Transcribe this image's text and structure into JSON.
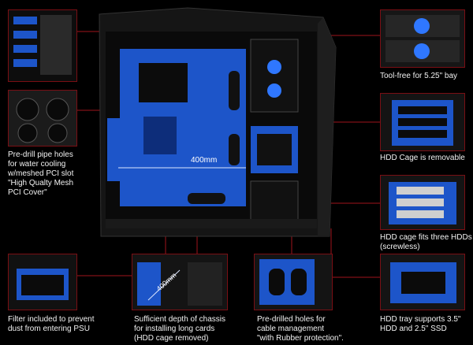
{
  "colors": {
    "accent_line": "#a0151c",
    "blue": "#1d5fd6",
    "case_black": "#141414"
  },
  "captions": {
    "pipe_holes": [
      "Pre-drill pipe holes",
      "for water cooling",
      "w/meshed PCI slot",
      "\"High Qualty Mesh",
      "PCI Cover\""
    ],
    "tool_free": [
      "Tool-free for 5.25\" bay"
    ],
    "hdd_removable": [
      "HDD Cage is removable"
    ],
    "hdd_three": [
      "HDD cage fits three HDDs",
      "(screwless)"
    ],
    "filter": [
      "Filter included to prevent",
      "dust from entering PSU"
    ],
    "depth": [
      "Sufficient depth of chassis",
      "for installing long cards",
      "(HDD cage removed)"
    ],
    "cable_holes": [
      "Pre-drilled holes for",
      "cable management",
      " \"with Rubber protection\"."
    ],
    "hdd_tray": [
      "HDD tray supports 3.5\"",
      "HDD and 2.5\" SSD"
    ]
  },
  "dimensions": {
    "main": "400mm",
    "depth_thumb": "400mm"
  }
}
